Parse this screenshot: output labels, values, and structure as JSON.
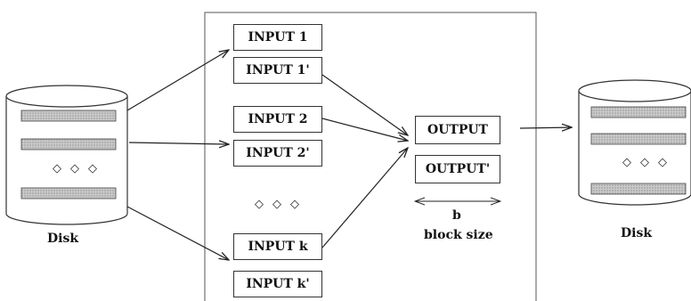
{
  "diagram": {
    "left_disk": {
      "label": "Disk",
      "dots": "◇◇◇"
    },
    "right_disk": {
      "label": "Disk",
      "dots": "◇◇◇"
    },
    "buffer_pool": {
      "input_buffers": [
        "INPUT 1",
        "INPUT 1'",
        "INPUT 2",
        "INPUT 2'",
        "INPUT k",
        "INPUT k'"
      ],
      "dots": "◇◇◇",
      "output_buffers": [
        "OUTPUT",
        "OUTPUT'"
      ],
      "b_label": "b",
      "block_size_label": "block size"
    }
  }
}
